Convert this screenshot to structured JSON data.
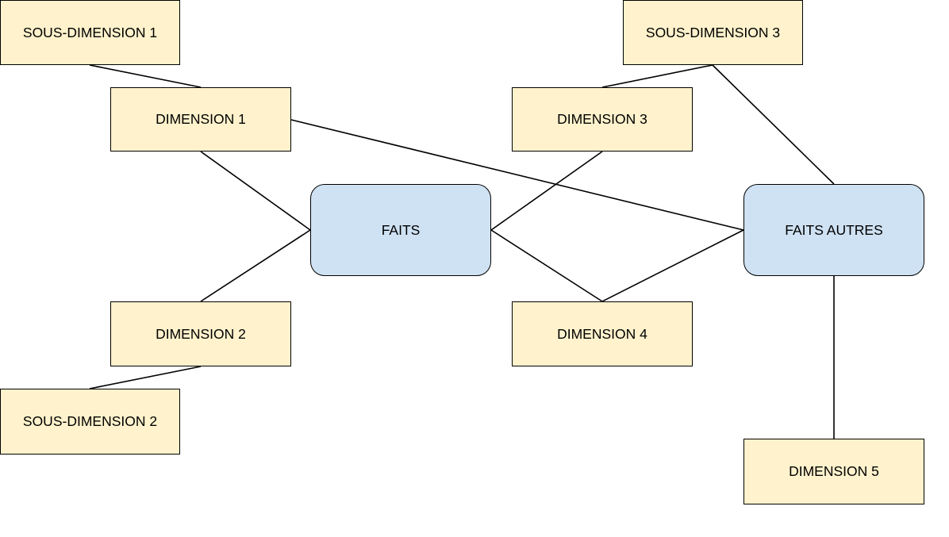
{
  "colors": {
    "dimension_fill": "#fff2cc",
    "fact_fill": "#cfe2f3",
    "stroke": "#000000"
  },
  "nodes": {
    "sous_dimension_1": "SOUS-DIMENSION 1",
    "dimension_1": "DIMENSION 1",
    "sous_dimension_3": "SOUS-DIMENSION 3",
    "dimension_3": "DIMENSION 3",
    "faits": "FAITS",
    "faits_autres": "FAITS AUTRES",
    "dimension_2": "DIMENSION 2",
    "dimension_4": "DIMENSION 4",
    "sous_dimension_2": "SOUS-DIMENSION 2",
    "dimension_5": "DIMENSION 5"
  },
  "edges": [
    {
      "from": "sous_dimension_1",
      "to": "dimension_1"
    },
    {
      "from": "dimension_1",
      "to": "faits"
    },
    {
      "from": "dimension_1",
      "to": "faits_autres"
    },
    {
      "from": "sous_dimension_3",
      "to": "dimension_3"
    },
    {
      "from": "sous_dimension_3",
      "to": "faits_autres"
    },
    {
      "from": "dimension_3",
      "to": "faits"
    },
    {
      "from": "faits",
      "to": "dimension_2"
    },
    {
      "from": "faits",
      "to": "dimension_4"
    },
    {
      "from": "dimension_4",
      "to": "faits_autres"
    },
    {
      "from": "dimension_2",
      "to": "sous_dimension_2"
    },
    {
      "from": "faits_autres",
      "to": "dimension_5"
    }
  ]
}
